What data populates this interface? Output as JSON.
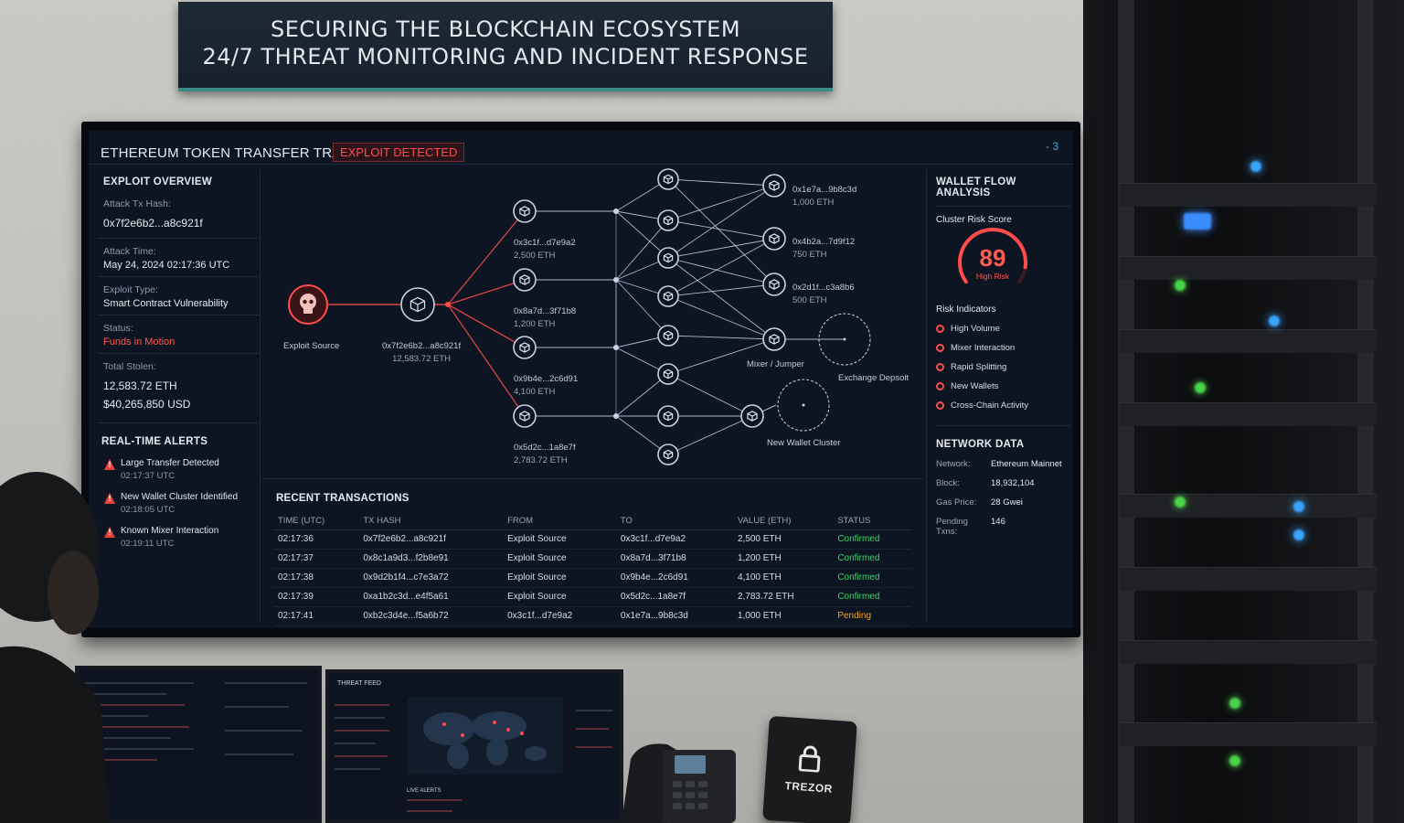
{
  "wall_sign": {
    "line1": "SECURING THE BLOCKCHAIN ECOSYSTEM",
    "line2": "24/7 THREAT MONITORING AND INCIDENT RESPONSE"
  },
  "dashboard": {
    "title": "ETHEREUM TOKEN TRANSFER TRACE",
    "badge": "EXPLOIT DETECTED",
    "corner_icon": "- 3"
  },
  "overview": {
    "title": "EXPLOIT OVERVIEW",
    "fields": [
      {
        "label": "Attack Tx Hash:",
        "value": "0x7f2e6b2...a8c921f"
      },
      {
        "label": "Attack Time:",
        "value": "May 24, 2024 02:17:36 UTC"
      },
      {
        "label": "Exploit Type:",
        "value": "Smart Contract Vulnerability"
      },
      {
        "label": "Status:",
        "value": "Funds in Motion"
      }
    ],
    "total_label": "Total Stolen:",
    "total_eth": "12,583.72 ETH",
    "total_usd": "$40,265,850 USD"
  },
  "alerts": {
    "title": "REAL-TIME ALERTS",
    "items": [
      {
        "text": "Large Transfer Detected",
        "time": "02:17:37 UTC"
      },
      {
        "text": "New Wallet Cluster Identified",
        "time": "02:18:05 UTC"
      },
      {
        "text": "Known Mixer Interaction",
        "time": "02:19:11 UTC"
      }
    ]
  },
  "graph": {
    "source_label": "Exploit Source",
    "attack_addr": "0x7f2e6b2...a8c921f",
    "attack_value": "12,583.72 ETH",
    "hops": [
      {
        "addr": "0x3c1f...d7e9a2",
        "value": "2,500 ETH"
      },
      {
        "addr": "0x8a7d...3f71b8",
        "value": "1,200 ETH"
      },
      {
        "addr": "0x9b4e...2c6d91",
        "value": "4,100 ETH"
      },
      {
        "addr": "0x5d2c...1a8e7f",
        "value": "2,783.72 ETH"
      }
    ],
    "dests": [
      {
        "addr": "0x1e7a...9b8c3d",
        "value": "1,000 ETH"
      },
      {
        "addr": "0x4b2a...7d9f12",
        "value": "750 ETH"
      },
      {
        "addr": "0x2d1f...c3a8b6",
        "value": "500 ETH"
      }
    ],
    "mixer_label": "Mixer / Jumper",
    "exchange_label": "Exchange Depsoit",
    "cluster_label": "New Wallet Cluster"
  },
  "transactions": {
    "title": "RECENT TRANSACTIONS",
    "columns": [
      "TIME (UTC)",
      "TX HASH",
      "FROM",
      "TO",
      "VALUE (ETH)",
      "STATUS"
    ],
    "rows": [
      [
        "02:17:36",
        "0x7f2e6b2...a8c921f",
        "Exploit Source",
        "0x3c1f...d7e9a2",
        "2,500 ETH",
        "Confirmed"
      ],
      [
        "02:17:37",
        "0x8c1a9d3...f2b8e91",
        "Exploit Source",
        "0x8a7d...3f71b8",
        "1,200 ETH",
        "Confirmed"
      ],
      [
        "02:17:38",
        "0x9d2b1f4...c7e3a72",
        "Exploit Source",
        "0x9b4e...2c6d91",
        "4,100 ETH",
        "Confirmed"
      ],
      [
        "02:17:39",
        "0xa1b2c3d...e4f5a61",
        "Exploit Source",
        "0x5d2c...1a8e7f",
        "2,783.72 ETH",
        "Confirmed"
      ],
      [
        "02:17:41",
        "0xb2c3d4e...f5a6b72",
        "0x3c1f...d7e9a2",
        "0x1e7a...9b8c3d",
        "1,000 ETH",
        "Pending"
      ]
    ]
  },
  "wallet_flow": {
    "title": "WALLET FLOW ANALYSIS",
    "score_label": "Cluster Risk Score",
    "score": "89",
    "score_fraction": 0.89,
    "score_caption": "High Risk",
    "indicators_title": "Risk Indicators",
    "indicators": [
      "High Volume",
      "Mixer Interaction",
      "Rapid Splitting",
      "New Wallets",
      "Cross-Chain Activity"
    ]
  },
  "network": {
    "title": "NETWORK DATA",
    "rows": [
      {
        "k": "Network:",
        "v": "Ethereum Mainnet"
      },
      {
        "k": "Block:",
        "v": "18,932,104"
      },
      {
        "k": "Gas Price:",
        "v": "28 Gwei"
      },
      {
        "k": "Pending Txns:",
        "v": "146"
      }
    ]
  },
  "desk": {
    "monitor_title": "THREAT FEED",
    "live_alerts": "LIVE ALERTS",
    "device_name": "TREZOR"
  },
  "colors": {
    "accent_red": "#ff4c4c",
    "confirmed_green": "#3fd26c",
    "pending_orange": "#f5a623",
    "edge_blue": "#c8d4e6"
  }
}
